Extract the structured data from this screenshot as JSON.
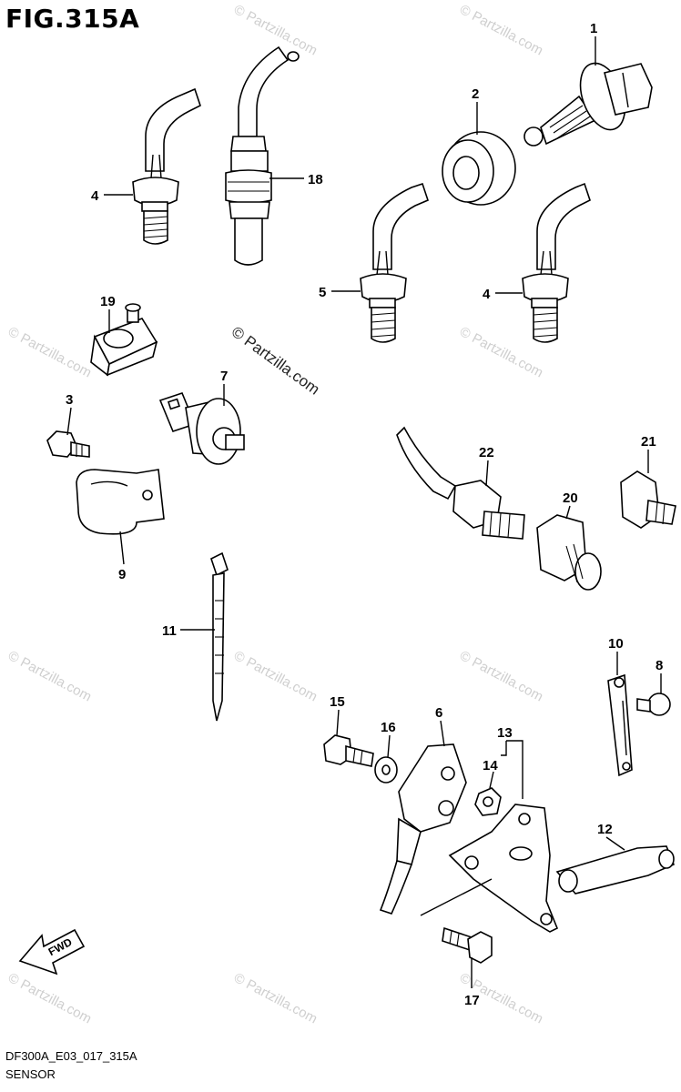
{
  "figure": {
    "title": "FIG.315A",
    "code": "DF300A_E03_017_315A",
    "name": "SENSOR"
  },
  "watermark": {
    "main": "© Partzilla.com",
    "faint": "© Partzilla.com"
  },
  "fwd_label": "FWD",
  "callouts": {
    "c1": "1",
    "c2": "2",
    "c3": "3",
    "c4a": "4",
    "c4b": "4",
    "c5": "5",
    "c6": "6",
    "c7": "7",
    "c8": "8",
    "c9": "9",
    "c10": "10",
    "c11": "11",
    "c12": "12",
    "c13": "13",
    "c14": "14",
    "c15": "15",
    "c16": "16",
    "c17": "17",
    "c18": "18",
    "c19": "19",
    "c20": "20",
    "c21": "21",
    "c22": "22"
  }
}
